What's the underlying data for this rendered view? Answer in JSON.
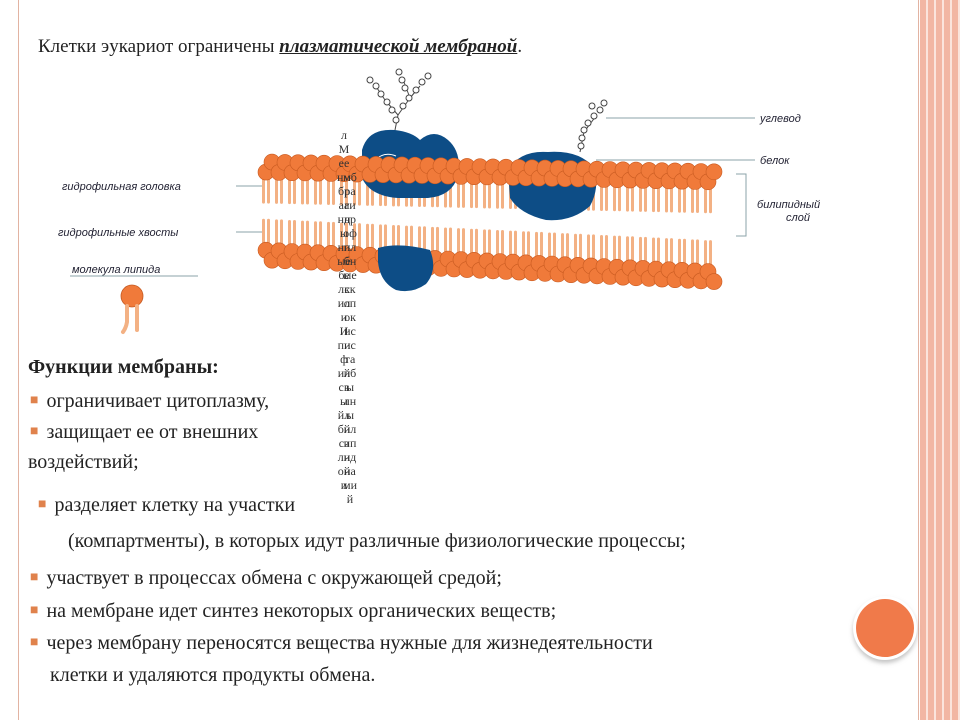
{
  "slide": {
    "title_prefix": "Клетки эукариот ограничены ",
    "title_emphasis": "плазматической мембраной",
    "title_suffix": "."
  },
  "diagram": {
    "labels": {
      "carbohydrate": "углевод",
      "protein": "белок",
      "bilayer_line1": "билипидный",
      "bilayer_line2": "слой",
      "hydrophilic_head": "гидрофильная головка",
      "hydrophilic_tails": "гидрофильные хвосты",
      "lipid_molecule": "молекула липида"
    },
    "colors": {
      "lipid_head": "#f07a3a",
      "lipid_tail": "#f3b184",
      "protein": "#0d4d86",
      "label_line": "#8ba3a8"
    },
    "overlay_text": {
      "col_a": "лМеенмбрааннынпыебелкилиИпифилсвыйлбисэлнойи",
      "col_b": "мбрагидрофилбныескопокисистайбылныйлипиднамий"
    }
  },
  "functions": {
    "title": "Функции мембраны:",
    "items": [
      "ограничивает цитоплазму,",
      "защищает ее от внешних",
      "воздействий;",
      "разделяет клетку на участки",
      "(компартменты), в которых идут различные физиологические процессы;",
      "участвует в процессах обмена с окружающей средой;",
      "на мембране идет синтез некоторых органических веществ;",
      "через мембрану переносятся вещества нужные для жизнедеятельности",
      "клетки и удаляются продукты обмена."
    ]
  }
}
